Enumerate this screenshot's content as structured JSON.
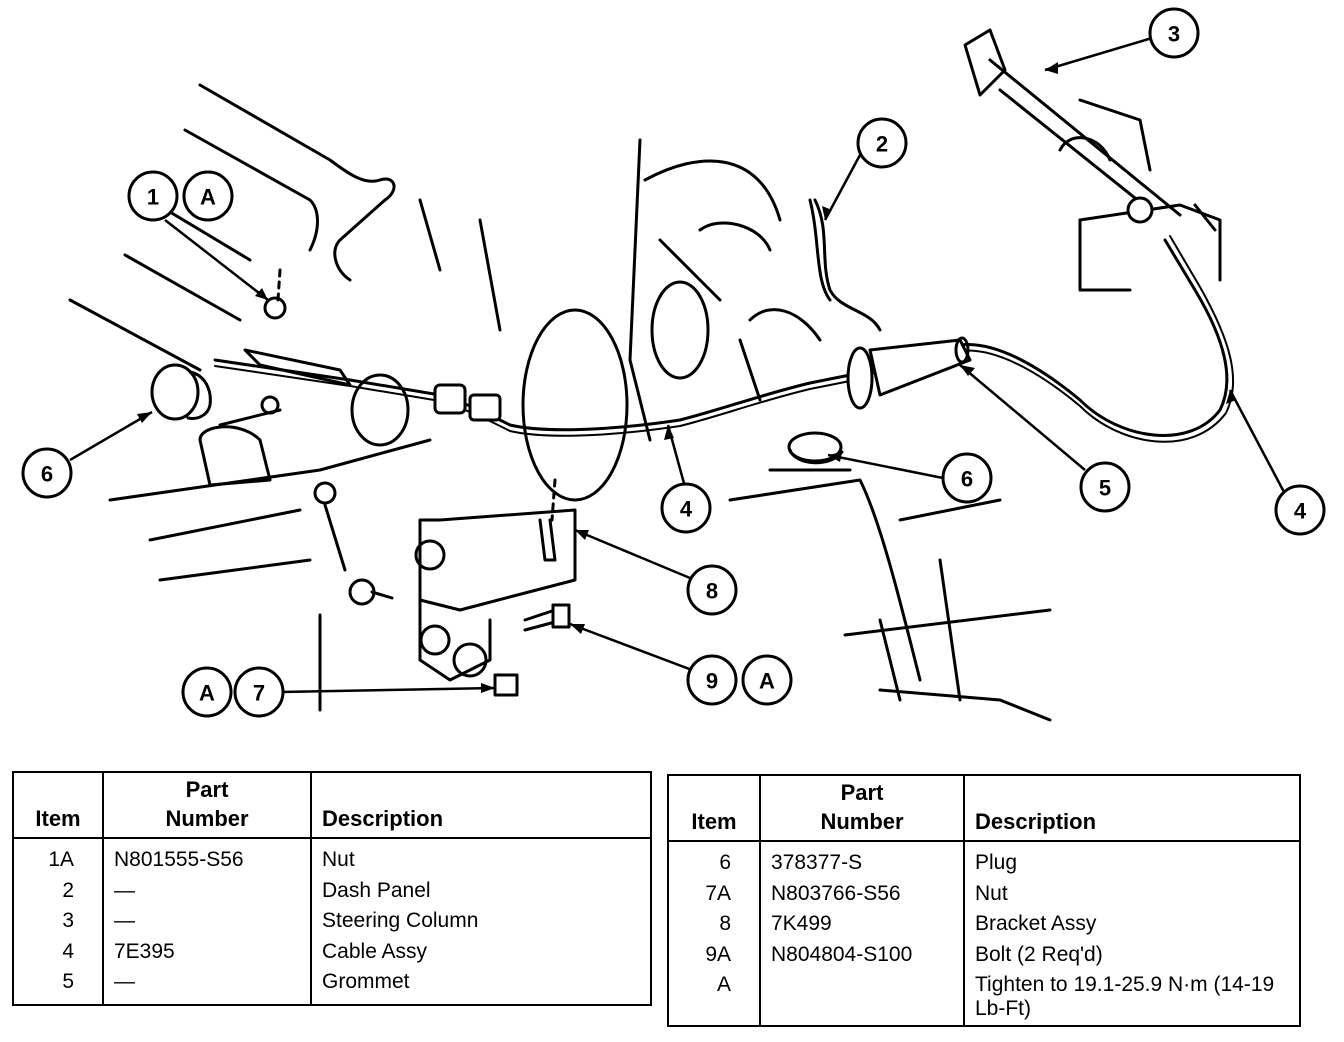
{
  "callouts": {
    "c1": "1",
    "cA1": "A",
    "c2": "2",
    "c3": "3",
    "c4a": "4",
    "c4b": "4",
    "c5": "5",
    "c6a": "6",
    "c6b": "6",
    "c8": "8",
    "c9": "9",
    "cA9": "A",
    "cA7": "A",
    "c7": "7"
  },
  "table_left": {
    "headers": {
      "item": "Item",
      "part_line1": "Part",
      "part_line2": "Number",
      "description": "Description"
    },
    "rows": [
      {
        "item": "1A",
        "part": "N801555-S56",
        "description": "Nut"
      },
      {
        "item": "2",
        "part": "—",
        "description": "Dash Panel"
      },
      {
        "item": "3",
        "part": "—",
        "description": "Steering Column"
      },
      {
        "item": "4",
        "part": "7E395",
        "description": "Cable Assy"
      },
      {
        "item": "5",
        "part": "—",
        "description": "Grommet"
      }
    ]
  },
  "table_right": {
    "headers": {
      "item": "Item",
      "part_line1": "Part",
      "part_line2": "Number",
      "description": "Description"
    },
    "rows": [
      {
        "item": "6",
        "part": "378377-S",
        "description": "Plug"
      },
      {
        "item": "7A",
        "part": "N803766-S56",
        "description": "Nut"
      },
      {
        "item": "8",
        "part": "7K499",
        "description": "Bracket Assy"
      },
      {
        "item": "9A",
        "part": "N804804-S100",
        "description": "Bolt (2 Req'd)"
      },
      {
        "item": "A",
        "part": "",
        "description": "Tighten to 19.1-25.9 N·m (14-19 Lb-Ft)"
      }
    ]
  }
}
